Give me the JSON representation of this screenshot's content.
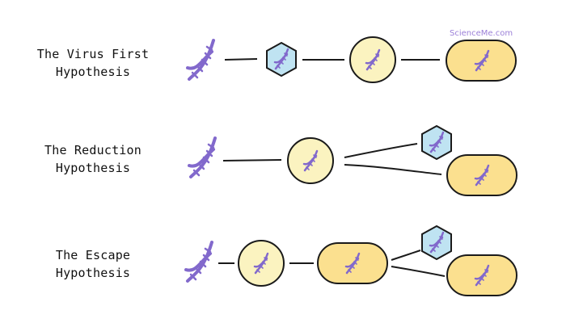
{
  "watermark": "ScienceMe.com",
  "colors": {
    "dna": "#8269cc",
    "cell_round_fill": "#fbf3c0",
    "cell_oval_fill": "#fbe08f",
    "virus_fill": "#bfe3f2",
    "outline": "#1a1a1a"
  },
  "icons": {
    "dna": "dna-helix-icon",
    "round_cell": "round-cell-icon",
    "oval_cell": "oval-cell-icon",
    "virus": "hexagon-virus-icon"
  },
  "rows": [
    {
      "label_line1": "The Virus First",
      "label_line2": "Hypothesis",
      "sequence": [
        "dna",
        "virus",
        "round cell",
        "oval cell"
      ]
    },
    {
      "label_line1": "The Reduction",
      "label_line2": "Hypothesis",
      "sequence": [
        "dna",
        "round cell",
        "virus",
        "oval cell"
      ]
    },
    {
      "label_line1": "The Escape",
      "label_line2": "Hypothesis",
      "sequence": [
        "dna",
        "round cell",
        "oval cell",
        "virus",
        "oval cell"
      ]
    }
  ]
}
